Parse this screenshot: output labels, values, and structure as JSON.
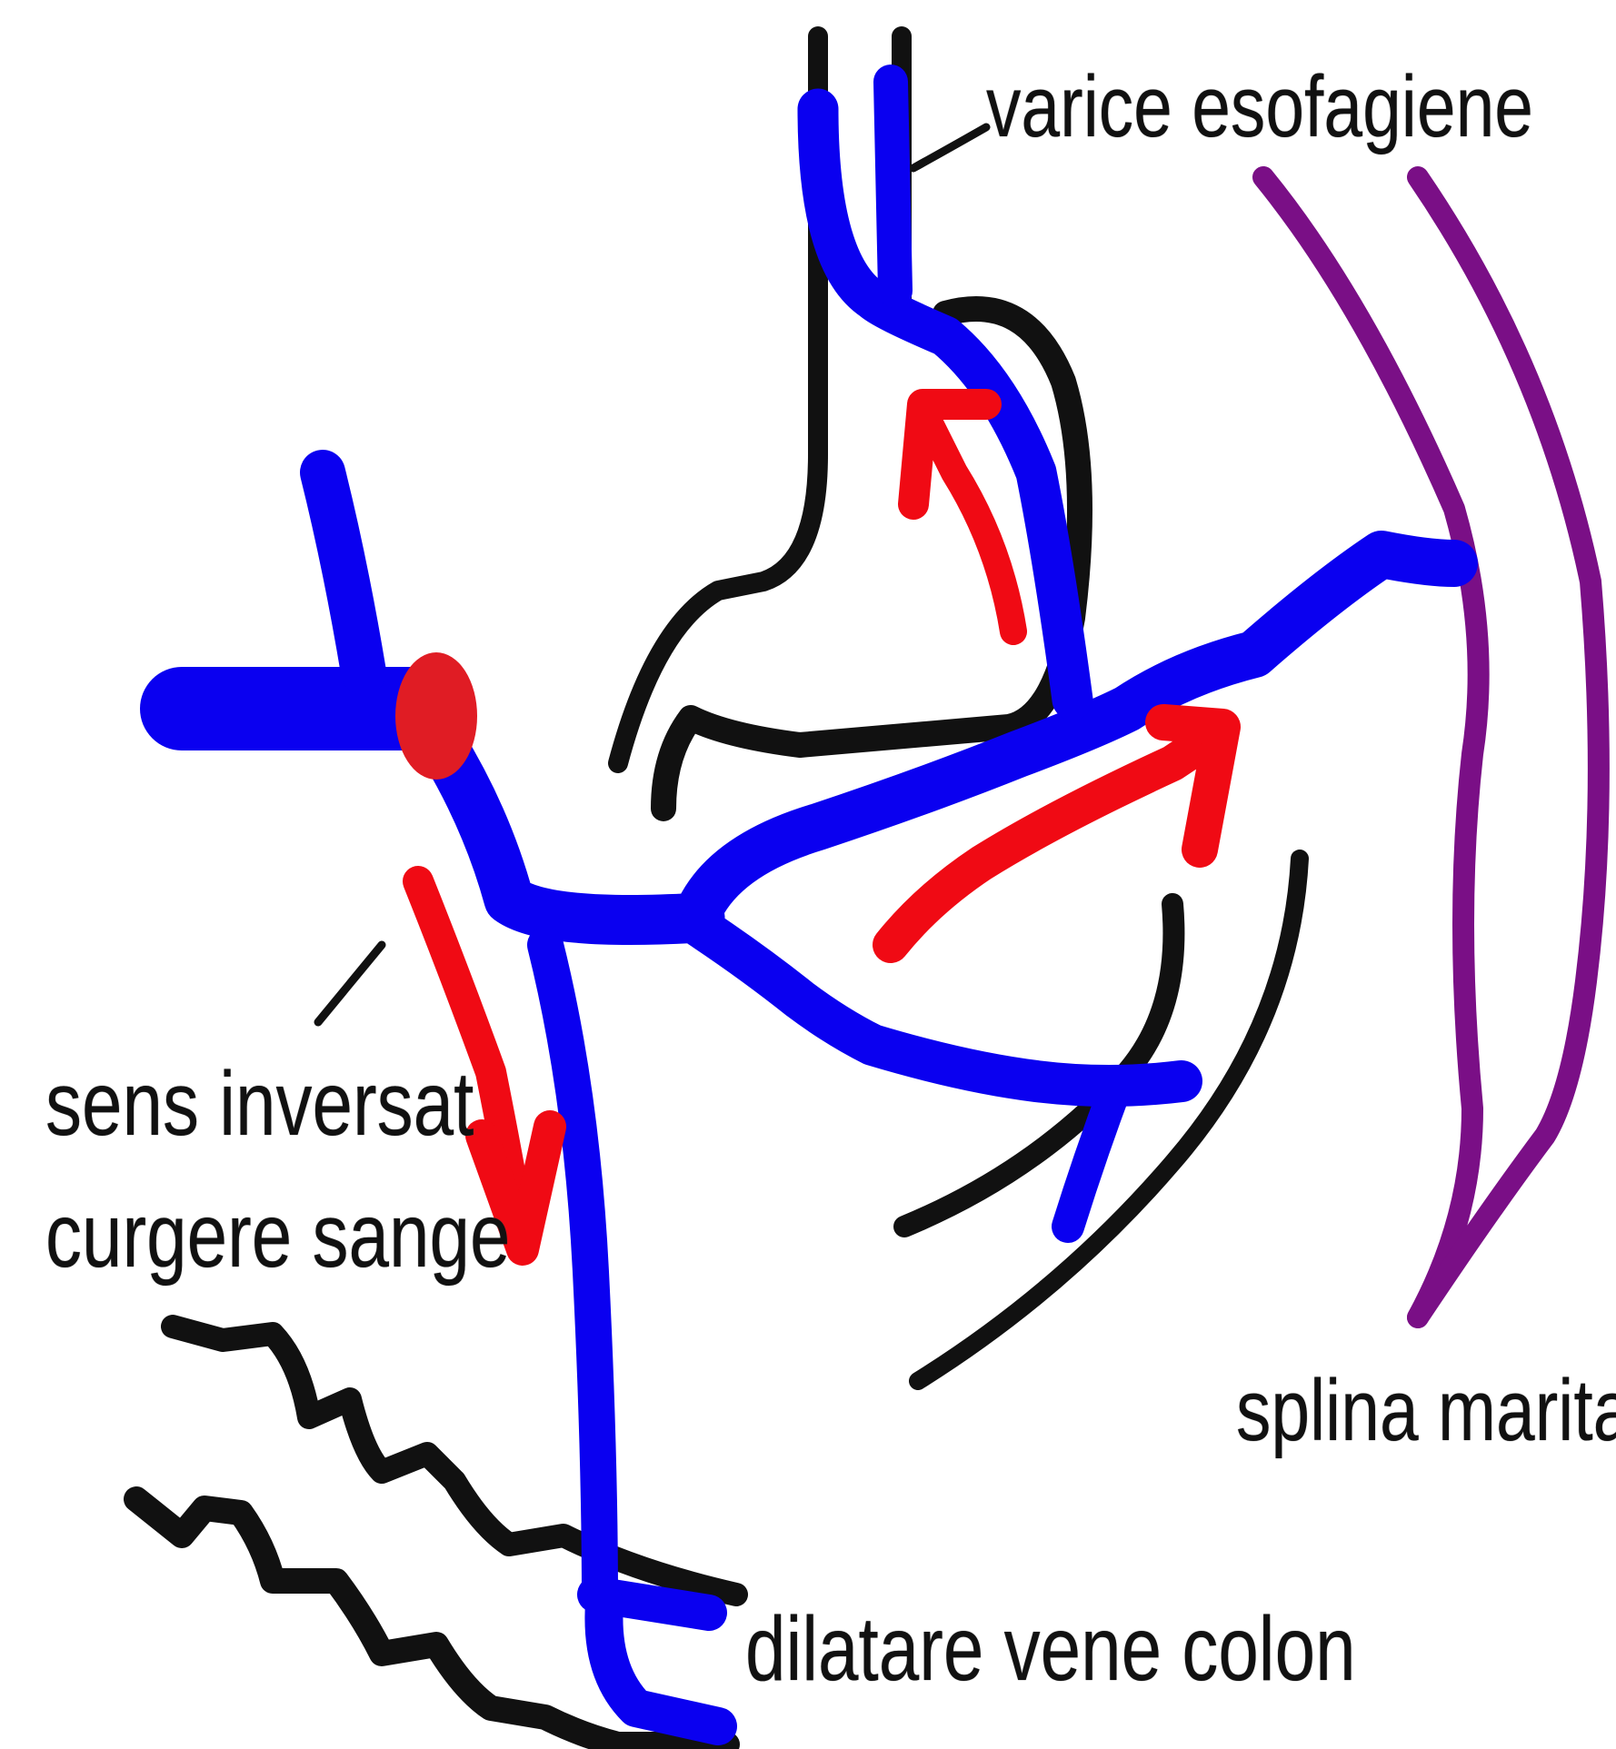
{
  "labels": {
    "varice_esofagiene": "varice esofagiene",
    "splina_marita": "splina marita",
    "sens_inversat": "sens inversat",
    "curgere_sange": "curgere sange",
    "dilatare_vene_colon": "dilatare vene colon"
  },
  "colors": {
    "vein": "#0a00f0",
    "arrow": "#f00a14",
    "blockage": "#e01c24",
    "organ_outline": "#111111",
    "spleen": "#7a0f86",
    "leader_line": "#111111"
  }
}
